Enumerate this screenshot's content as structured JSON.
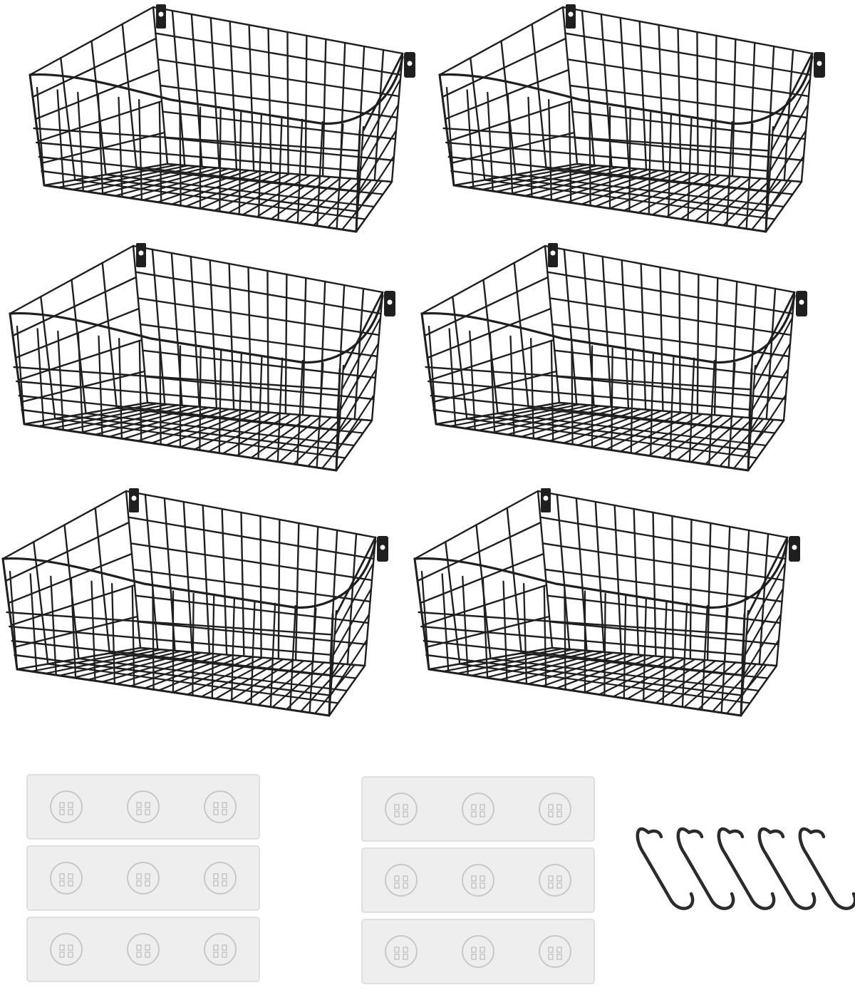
{
  "colors": {
    "background": "#ffffff",
    "wire": "#1f1f1f",
    "pad": "#eeeeee",
    "pad_edge": "#d9d9d9",
    "pad_mark": "#c9c9c9",
    "hook": "#2b2b2b"
  },
  "items": {
    "baskets": 6,
    "adhesive_pads": 6,
    "s_hooks": 5
  }
}
